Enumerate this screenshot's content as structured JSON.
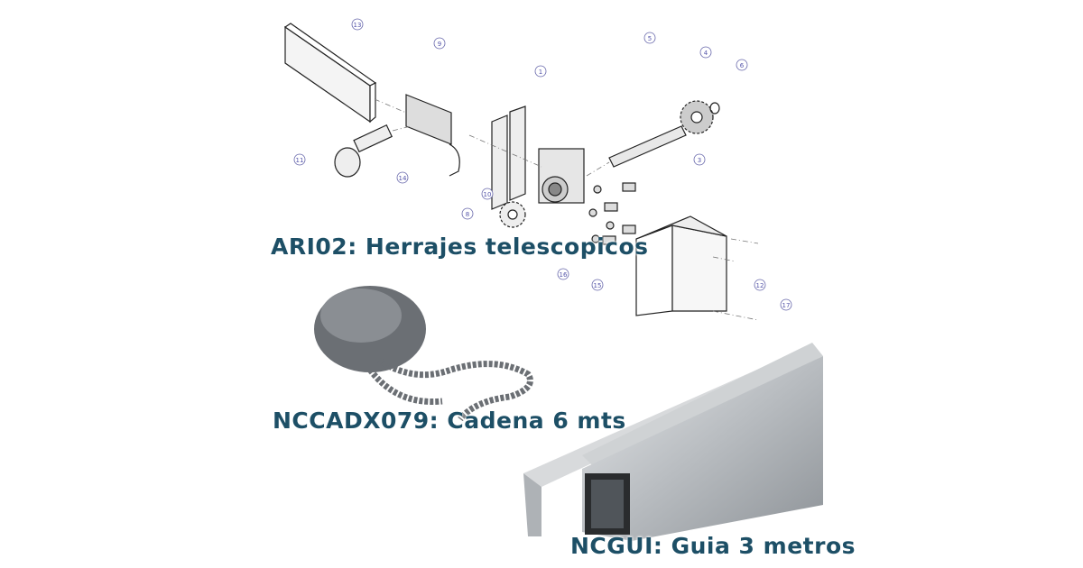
{
  "captions": {
    "ari02": "ARI02: Herrajes telescopicos",
    "chain": "NCCADX079: Cadena 6 mts",
    "guide": "NCGUI: Guia 3 metros"
  },
  "callouts": [
    "13",
    "9",
    "1",
    "5",
    "4",
    "6",
    "3",
    "11",
    "14",
    "10",
    "8",
    "16",
    "15",
    "12",
    "17"
  ],
  "colors": {
    "caption": "#1d4f66",
    "callout": "#5555aa"
  }
}
